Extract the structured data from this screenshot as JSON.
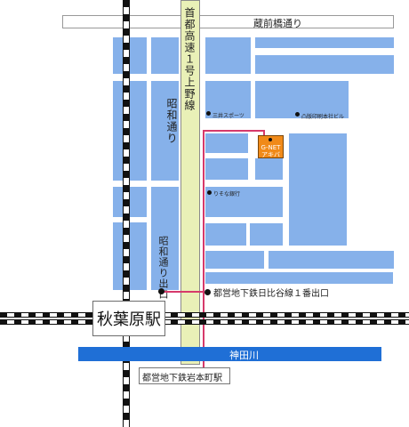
{
  "labels": {
    "kuramae": "蔵前橋通り",
    "expressway": "首都高速１号上野線",
    "showa": "昭和通り",
    "mitsui": "三井スポーツ",
    "toppan": "凸版印刷本社ビル",
    "gnet": "G-NET\nアキバ",
    "resona": "りそな銀行",
    "showa_exit": "昭和通り出口",
    "hibiya_exit": "都営地下鉄日比谷線１番出口",
    "station": "秋葉原駅",
    "kanda_river": "神田川",
    "iwamotocho": "都営地下鉄岩本町駅"
  },
  "colors": {
    "block": "#86b1ea",
    "expressway": "#e9f0b7",
    "route": "#d63a6b",
    "river": "#1f6fd6",
    "gnet": "#f08a19"
  }
}
